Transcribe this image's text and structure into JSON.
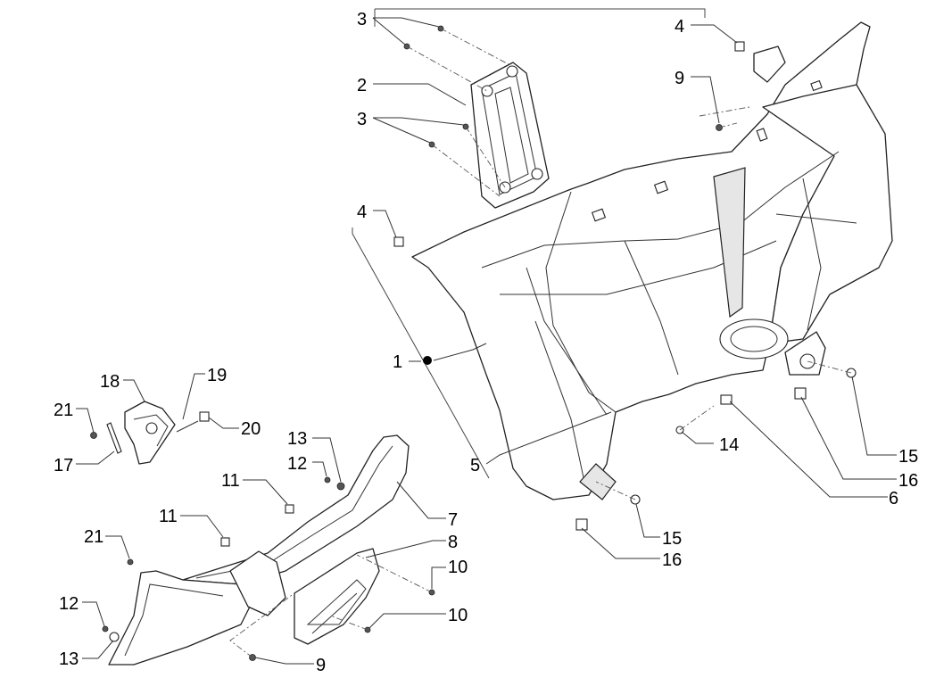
{
  "labels": {
    "l3_top": "3",
    "l2": "2",
    "l3_mid": "3",
    "l4_top": "4",
    "l9_top": "9",
    "l4_left": "4",
    "l1": "1",
    "l5": "5",
    "l6": "6",
    "l16_right": "16",
    "l15_right": "15",
    "l14": "14",
    "l15_bottom": "15",
    "l16_bottom": "16",
    "l7": "7",
    "l8": "8",
    "l10_top": "10",
    "l10_bottom": "10",
    "l9_bottom": "9",
    "l13_top": "13",
    "l12_top": "12",
    "l11_top": "11",
    "l11_mid": "11",
    "l21_bottom": "21",
    "l12_bottom": "12",
    "l13_bottom": "13",
    "l18": "18",
    "l19": "19",
    "l20": "20",
    "l21_top": "21",
    "l17": "17"
  }
}
